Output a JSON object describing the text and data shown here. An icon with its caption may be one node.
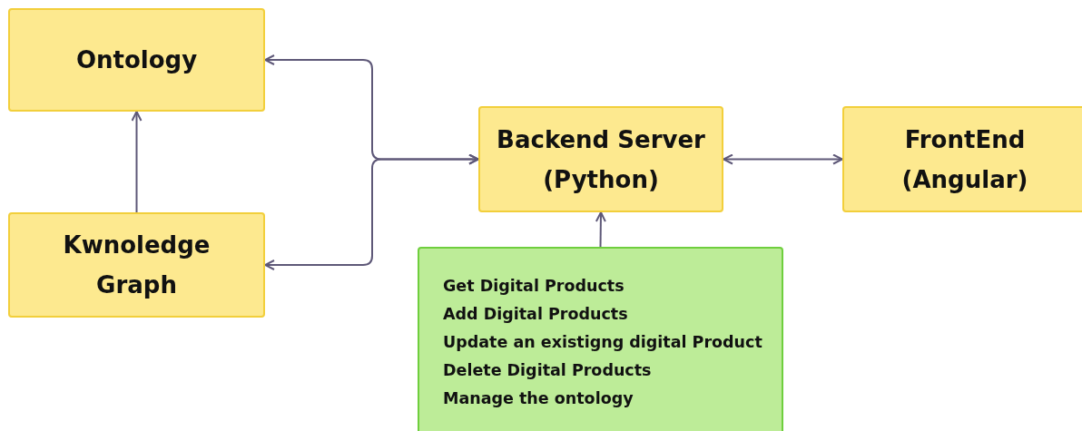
{
  "diagram": {
    "nodes": [
      {
        "text": [
          "Ontology"
        ]
      },
      {
        "text": [
          "Kwnoledge Graph"
        ]
      },
      {
        "text": [
          "Backend Server (Python)"
        ]
      },
      {
        "text": [
          "FrontEnd (Angular)"
        ]
      },
      {
        "text": [
          "Get Digital Products",
          "Add Digital Products",
          "Update an existigng digital Product",
          "Delete Digital Products",
          "Manage the ontology"
        ]
      }
    ],
    "edges": [
      {
        "from": 1,
        "to": 0,
        "arrow": "to"
      },
      {
        "from": 2,
        "to": 0,
        "arrow": "both"
      },
      {
        "from": 2,
        "to": 1,
        "arrow": "both"
      },
      {
        "from": 2,
        "to": 3,
        "arrow": "both"
      },
      {
        "from": 4,
        "to": 2,
        "arrow": "to"
      }
    ]
  }
}
